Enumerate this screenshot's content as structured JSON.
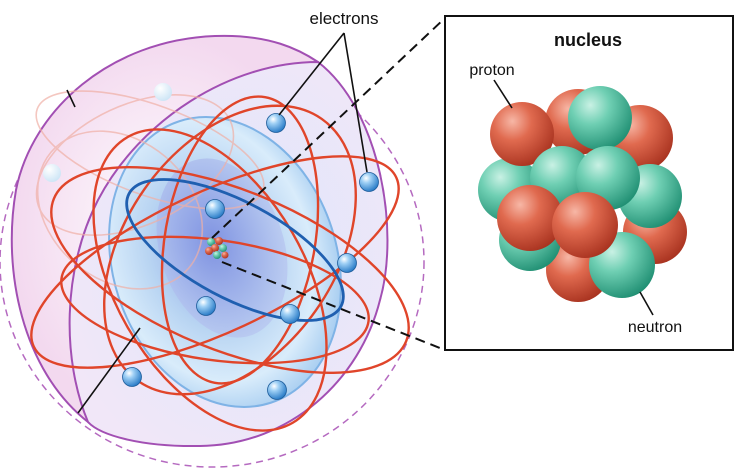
{
  "labels": {
    "electrons": "electrons",
    "nucleus": "nucleus",
    "proton": "proton",
    "neutron": "neutron"
  },
  "colors": {
    "orbit_red": "#e0452a",
    "orbit_blue": "#1f5fb0",
    "shell_purple": "#a24fb3",
    "electron_blue": "#4a9fe0",
    "proton_red": "#d6543b",
    "neutron_teal": "#3fb497",
    "cloud_inner": "#7f95e0"
  },
  "icons": {
    "electron": "electron-sphere-icon",
    "proton": "proton-sphere-icon",
    "neutron": "neutron-sphere-icon"
  }
}
